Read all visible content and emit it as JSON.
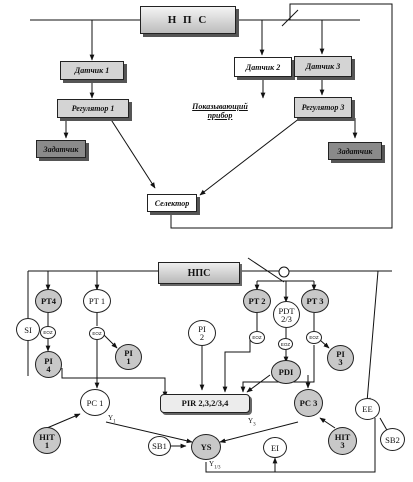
{
  "top": {
    "nps": "Н П С",
    "sensor1": "Датчик 1",
    "sensor2": "Датчик 2",
    "sensor3": "Датчик 3",
    "regulator1": "Регулятор 1",
    "regulator3": "Регулятор 3",
    "indicator_line1": "Показывающий",
    "indicator_line2": "прибор",
    "setpoint_left": "Задатчик",
    "setpoint_right": "Задатчик",
    "selector": "Селектор"
  },
  "bottom": {
    "nps": "НПС",
    "pt4": "PT4",
    "pt1": "PT 1",
    "pt2": "PT 2",
    "pt3": "PT 3",
    "pdt_line1": "PDT",
    "pdt_line2": "2/3",
    "si": "SI",
    "eoz": "EOZ",
    "pi4_line1": "PI",
    "pi4_line2": "4",
    "pi1_line1": "PI",
    "pi1_line2": "1",
    "pi2_line1": "PI",
    "pi2_line2": "2",
    "pi3_line1": "PI",
    "pi3_line2": "3",
    "pdi": "PDI",
    "pir": "PIR 2,3,2/3,4",
    "pc1": "PC 1",
    "pc3": "PC 3",
    "hit1_line1": "HIT",
    "hit1_line2": "1",
    "hit3_line1": "HIT",
    "hit3_line2": "3",
    "ee": "EE",
    "sb2": "SB2",
    "sb1": "SB1",
    "ys": "YS",
    "ei": "EI",
    "y1": "Y",
    "y1_sub": "1",
    "y3": "Y",
    "y3_sub": "3",
    "y13": "Y",
    "y13_sub": "1/3"
  }
}
